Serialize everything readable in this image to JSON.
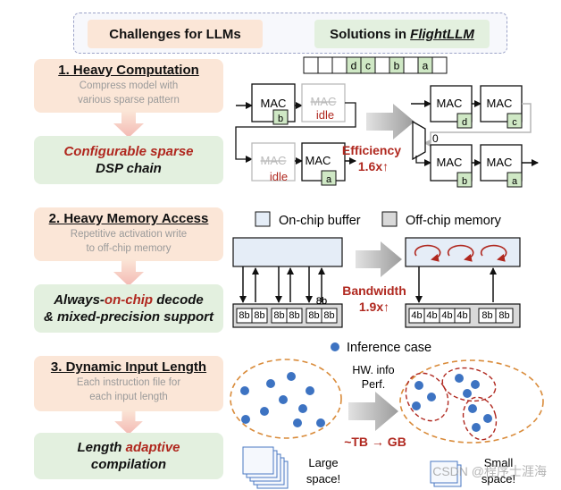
{
  "header": {
    "challenges_label": "Challenges for LLMs",
    "solutions_prefix": "Solutions in ",
    "solutions_name": "FlightLLM"
  },
  "sections": [
    {
      "challenge_title": "1. Heavy Computation",
      "challenge_desc": [
        "Compress model with",
        "various sparse pattern"
      ],
      "solution_lines": [
        {
          "red": "Configurable sparse",
          "black": ""
        },
        {
          "red": "",
          "black": "DSP chain"
        }
      ]
    },
    {
      "challenge_title": "2. Heavy Memory Access",
      "challenge_desc": [
        "Repetitive activation write",
        "to off-chip memory"
      ],
      "solution_lines": [
        {
          "pre": "Always-",
          "red": "on-chip",
          "black": " decode"
        },
        {
          "pre": "",
          "red": "",
          "black": "& mixed-precision support"
        }
      ]
    },
    {
      "challenge_title": "3. Dynamic Input Length",
      "challenge_desc": [
        "Each instruction file for",
        "each input length"
      ],
      "solution_lines": [
        {
          "pre": "Length ",
          "red": "adaptive",
          "black": ""
        },
        {
          "pre": "",
          "red": "",
          "black": "compilation"
        }
      ]
    }
  ],
  "computation": {
    "sparse_vector_labels": [
      "",
      "",
      "",
      "d",
      "c",
      "",
      "b",
      "",
      "a",
      ""
    ],
    "mac_label": "MAC",
    "idle_label": "idle",
    "zero_label": "0",
    "left_macs": [
      {
        "tag": "b",
        "active": true
      },
      {
        "tag": "",
        "active": false
      },
      {
        "tag": "",
        "active": false
      },
      {
        "tag": "a",
        "active": true
      }
    ],
    "right_macs": [
      "d",
      "c",
      "b",
      "a"
    ],
    "gain_label": "Efficiency",
    "gain_value": "1.6x↑"
  },
  "memory": {
    "legend_onchip": "On-chip buffer",
    "legend_offchip": "Off-chip memory",
    "left_cells": [
      "8b",
      "8b",
      "8b",
      "8b",
      "8b",
      "8b",
      "8b",
      "8b"
    ],
    "right_cells_4b": [
      "4b",
      "4b",
      "4b",
      "4b"
    ],
    "right_cells_8b": [
      "8b",
      "8b"
    ],
    "gain_label": "Bandwidth",
    "gain_value": "1.9x↑"
  },
  "input_length": {
    "legend_label": "Inference case",
    "arrow_label_1": "HW. info",
    "arrow_label_2": "Perf.",
    "reduction_label": "~TB → GB",
    "large_label": [
      "Large",
      "space!"
    ],
    "small_label": [
      "Small",
      "space!"
    ]
  },
  "watermark": "CSDN @程序士涯海",
  "colors": {
    "challenge_bg": "#fbe6d7",
    "solution_bg": "#e3f0df",
    "accent_red": "#b0281f",
    "tag_green": "#cfe8c5",
    "onchip_blue": "#e5edf7",
    "offchip_gray": "#d9d9d9",
    "dot_blue": "#3d73c2",
    "oval_orange": "#d98b3a"
  }
}
